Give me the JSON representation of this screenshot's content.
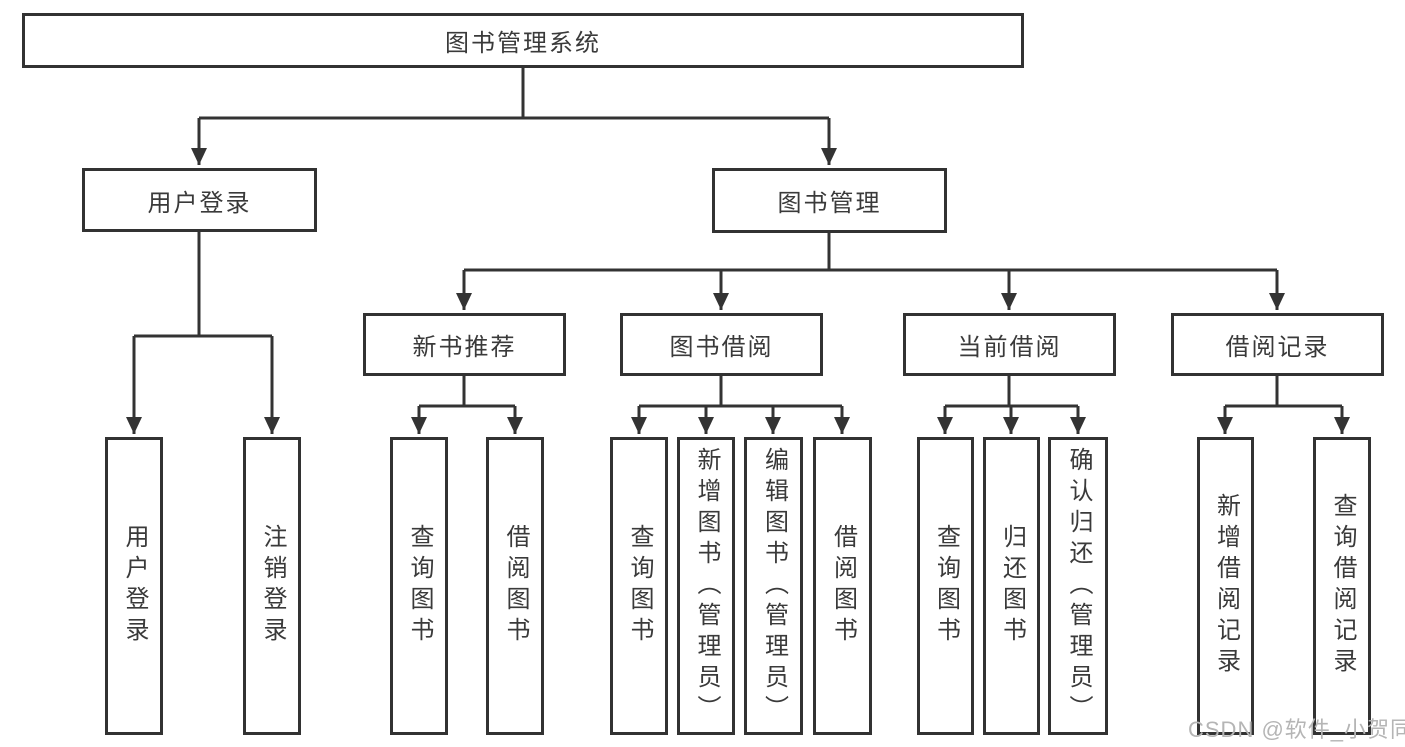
{
  "tree": {
    "label": "图书管理系统",
    "children": [
      {
        "label": "用户登录",
        "children": [
          {
            "label": "用户登录"
          },
          {
            "label": "注销登录"
          }
        ]
      },
      {
        "label": "图书管理",
        "children": [
          {
            "label": "新书推荐",
            "children": [
              {
                "label": "查询图书"
              },
              {
                "label": "借阅图书"
              }
            ]
          },
          {
            "label": "图书借阅",
            "children": [
              {
                "label": "查询图书"
              },
              {
                "label": "新增图书（管理员）"
              },
              {
                "label": "编辑图书（管理员）"
              },
              {
                "label": "借阅图书"
              }
            ]
          },
          {
            "label": "当前借阅",
            "children": [
              {
                "label": "查询图书"
              },
              {
                "label": "归还图书"
              },
              {
                "label": "确认归还（管理员）"
              }
            ]
          },
          {
            "label": "借阅记录",
            "children": [
              {
                "label": "新增借阅记录"
              },
              {
                "label": "查询借阅记录"
              }
            ]
          }
        ]
      }
    ]
  },
  "watermark": "CSDN @软件_小贺同学",
  "colors": {
    "line": "#333333",
    "box_border": "#323232",
    "text": "#3a3a3a",
    "watermark": "#b5b5b5",
    "background": "#ffffff"
  }
}
